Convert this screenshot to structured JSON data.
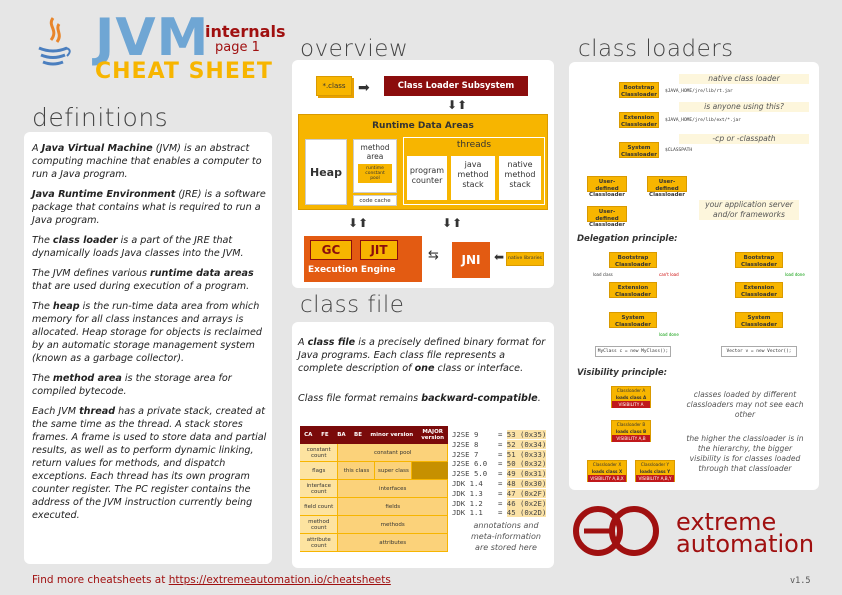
{
  "header": {
    "jvm": "JVM",
    "cheat": "CHEAT SHEET",
    "internals": "internals",
    "page": "page 1"
  },
  "definitions": {
    "title": "definitions",
    "paras": [
      [
        "A ",
        "Java Virtual Machine",
        " (JVM) is an abstract computing machine that enables a computer to run a Java program."
      ],
      [
        "",
        "Java Runtime Environment",
        " (JRE) is a software package that contains what is required to run a Java program."
      ],
      [
        "The ",
        "class loader",
        " is a part of the JRE that dynamically loads Java classes into the JVM."
      ],
      [
        "The JVM defines various ",
        "runtime data areas",
        " that are used during execution of a program."
      ],
      [
        "The ",
        "heap",
        " is the run-time data area from which memory for all class instances and arrays is allocated. Heap storage for objects is reclaimed by an automatic storage management system (known as a garbage collector)."
      ],
      [
        "The ",
        "method area",
        " is the storage area for compiled bytecode."
      ],
      [
        "Each JVM ",
        "thread",
        " has a private stack, created at the same time as the thread. A stack stores frames. A frame is used to store data and partial results, as well as to perform dynamic linking, return values for methods, and dispatch exceptions. Each thread has its own program counter register. The PC register contains the address of the JVM instruction currently being executed."
      ]
    ]
  },
  "overview": {
    "title": "overview",
    "class_file": "*.class",
    "loader": "Class Loader Subsystem",
    "rda": "Runtime Data Areas",
    "heap": "Heap",
    "method_area": "method area",
    "runtime_pool": "runtime constant pool",
    "code_cache": "code cache",
    "threads": "threads",
    "pc": "program counter",
    "jms": "java method stack",
    "nms": "native method stack",
    "gc": "GC",
    "jit": "JIT",
    "engine": "Execution Engine",
    "jni": "JNI",
    "native_libs": "native libraries"
  },
  "classfile": {
    "title": "class file",
    "desc1a": "A ",
    "desc1b": "class file",
    "desc1c": " is a precisely defined binary format for Java programs. Each class file represents a complete description of ",
    "desc1d": "one",
    "desc1e": " class or interface.",
    "desc2a": "Class file format remains ",
    "desc2b": "backward-compatible",
    "desc2c": ".",
    "header": [
      "CA",
      "FE",
      "BA",
      "BE",
      "minor version",
      "MAJOR version"
    ],
    "rows": [
      [
        "constant count",
        "constant pool"
      ],
      [
        "flags",
        "this class",
        "super class"
      ],
      [
        "interface count",
        "interfaces"
      ],
      [
        "field count",
        "fields"
      ],
      [
        "method count",
        "methods"
      ],
      [
        "attribute count",
        "attributes"
      ]
    ],
    "versions": [
      [
        "J2SE 9",
        "53 (0x35)"
      ],
      [
        "J2SE 8",
        "52 (0x34)"
      ],
      [
        "J2SE 7",
        "51 (0x33)"
      ],
      [
        "J2SE 6.0",
        "50 (0x32)"
      ],
      [
        "J2SE 5.0",
        "49 (0x31)"
      ],
      [
        "JDK 1.4",
        "48 (0x30)"
      ],
      [
        "JDK 1.3",
        "47 (0x2F)"
      ],
      [
        "JDK 1.2",
        "46 (0x2E)"
      ],
      [
        "JDK 1.1",
        "45 (0x2D)"
      ]
    ],
    "note": "annotations and meta-information are stored here"
  },
  "loaders": {
    "title": "class loaders",
    "bootstrap": "Bootstrap Classloader",
    "extension": "Extension Classloader",
    "system": "System Classloader",
    "user": "User-defined Classloader",
    "path1": "$JAVA_HOME/jre/lib/rt.jar",
    "path2": "$JAVA_HOME/jre/lib/ext/*.jar",
    "path3": "$CLASSPATH",
    "note1": "native class loader",
    "note2": "is anyone using this?",
    "note3": "-cp or -classpath",
    "note4": "your application server and/or frameworks",
    "delegation": "Delegation principle:",
    "load_class": "load class",
    "cant_load": "can't load",
    "load_done": "load done",
    "code1": "MyClass c = new MyClass();",
    "code2": "Vector v = new Vector();",
    "visibility": "Visibility principle:",
    "v_cla": "Classloader A",
    "v_lca": "loads class A",
    "v_va": "VISIBILITY A",
    "v_clb": "Classloader B",
    "v_lcb": "loads class B",
    "v_vab": "VISIBILITY A,B",
    "v_clx": "Classloader X",
    "v_lcx": "loads class X",
    "v_vx": "VISIBILITY A,B,X",
    "v_cly": "Classloader Y",
    "v_lcy": "loads class Y",
    "v_vy": "VISIBILITY A,B,Y",
    "vnote1": "classes loaded by different classloaders may not see each other",
    "vnote2": "the higher the classloader is in the hierarchy, the bigger visibility is for classes loaded through that classloader"
  },
  "logo": {
    "l1": "extreme",
    "l2": "automation"
  },
  "footer": {
    "text": "Find more cheatsheets at ",
    "link": "https://extremeautomation.io/cheatsheets",
    "version": "v1.5"
  }
}
